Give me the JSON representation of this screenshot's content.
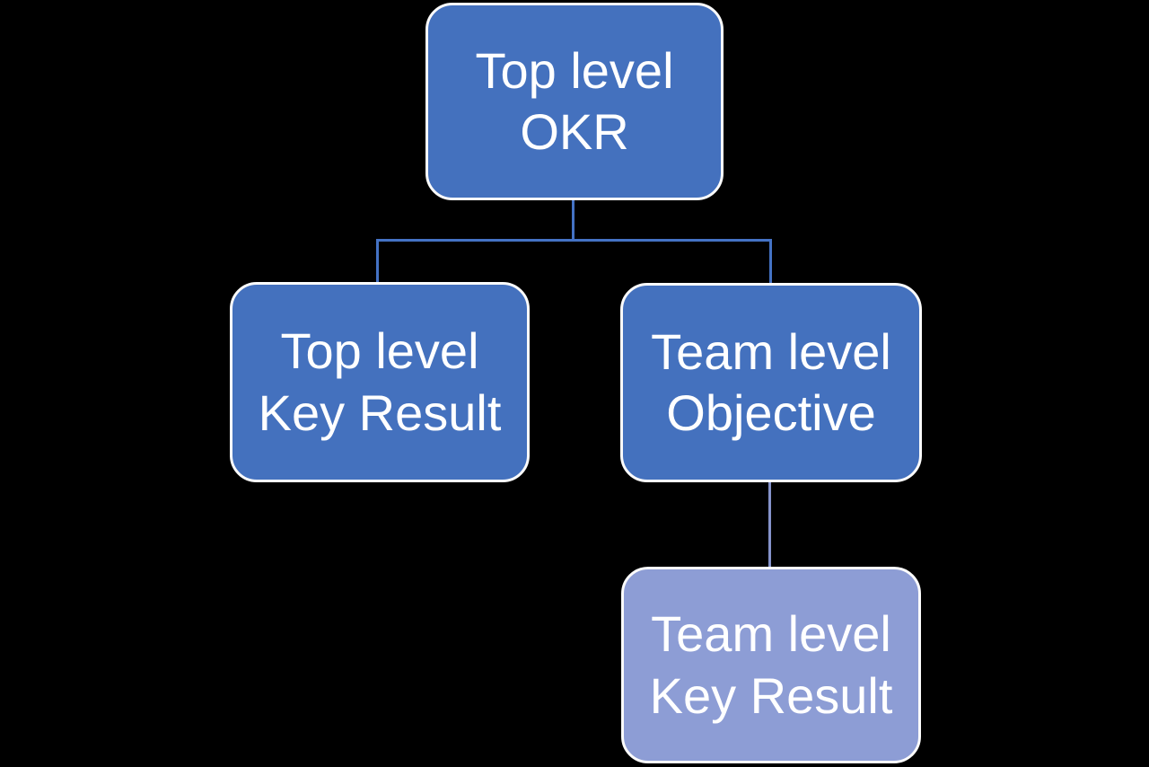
{
  "diagram": {
    "type": "org-chart",
    "background_color": "#000000",
    "colors": {
      "background": "#000000",
      "node_fill": "#4471BE",
      "node_fill_light": "#8D9DD5",
      "node_border": "#FBFBFB",
      "connector": "#4472C4",
      "connector_light": "#8593CB",
      "text": "#FFFFFF"
    },
    "nodes": [
      {
        "id": "top-level-okr",
        "line1": "Top level",
        "line2": "OKR",
        "variant": "primary",
        "parent": null
      },
      {
        "id": "top-level-key-result",
        "line1": "Top level",
        "line2": "Key Result",
        "variant": "primary",
        "parent": "top-level-okr"
      },
      {
        "id": "team-level-objective",
        "line1": "Team level",
        "line2": "Objective",
        "variant": "primary",
        "parent": "top-level-okr"
      },
      {
        "id": "team-level-key-result",
        "line1": "Team level",
        "line2": "Key Result",
        "variant": "light",
        "parent": "team-level-objective"
      }
    ]
  }
}
